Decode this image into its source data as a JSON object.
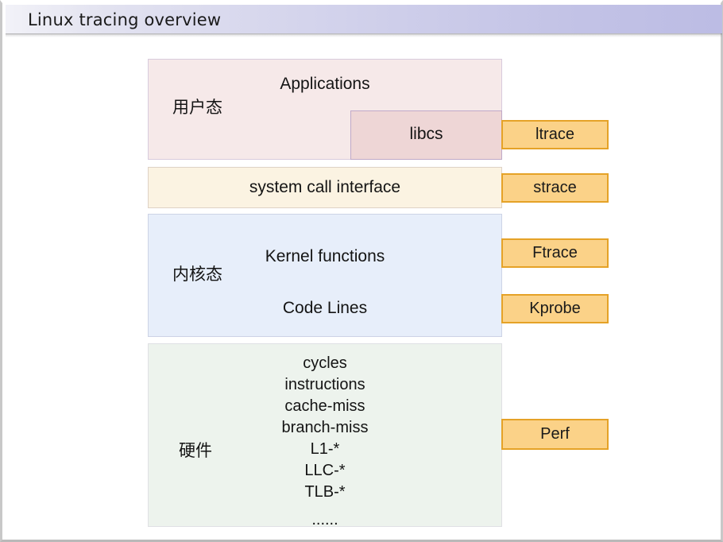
{
  "slide": {
    "title": "Linux tracing overview"
  },
  "diagram": {
    "layers": [
      {
        "id": "user-space",
        "label": "用户态",
        "primary_text": "Applications",
        "sub_box": {
          "label": "libcs"
        },
        "color": "#f6e9e9"
      },
      {
        "id": "syscall",
        "label": "",
        "primary_text": "system call interface",
        "color": "#fbf3e2"
      },
      {
        "id": "kernel-space",
        "label": "内核态",
        "primary_text": "Kernel functions",
        "secondary_text": "Code Lines",
        "color": "#e7eefa"
      },
      {
        "id": "hardware",
        "label": "硬件",
        "color": "#edf3ed",
        "events": [
          "cycles",
          "instructions",
          "cache-miss",
          "branch-miss",
          "L1-*",
          "LLC-*",
          "TLB-*",
          "......"
        ]
      }
    ],
    "tools": [
      {
        "id": "ltrace",
        "label": "ltrace"
      },
      {
        "id": "strace",
        "label": "strace"
      },
      {
        "id": "ftrace",
        "label": "Ftrace"
      },
      {
        "id": "kprobe",
        "label": "Kprobe"
      },
      {
        "id": "perf",
        "label": "Perf"
      }
    ],
    "colors": {
      "tool_fill": "#fbd288",
      "tool_border": "#e5a227",
      "title_gradient_start": "#f2f2f8",
      "title_gradient_end": "#bcbce4"
    }
  }
}
